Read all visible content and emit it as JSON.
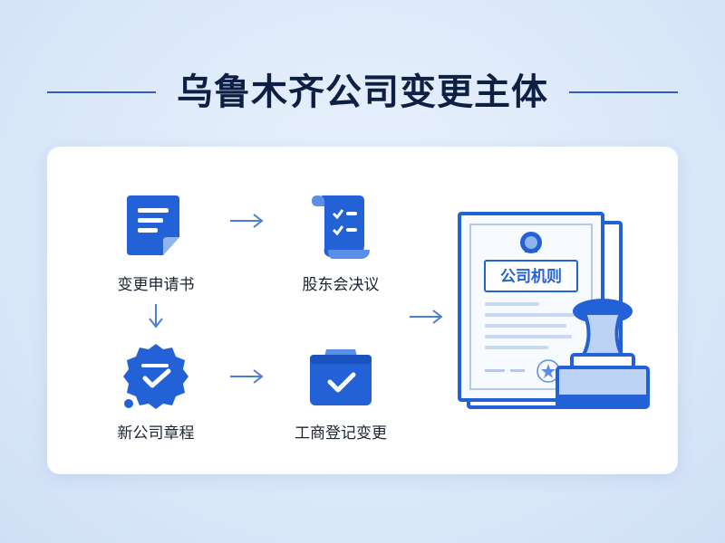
{
  "title": "乌鲁木齐公司变更主体",
  "steps": [
    {
      "label": "变更申请书",
      "icon": "application-document-icon"
    },
    {
      "label": "股东会决议",
      "icon": "resolution-scroll-icon"
    },
    {
      "label": "新公司章程",
      "icon": "verified-badge-icon"
    },
    {
      "label": "工商登记变更",
      "icon": "registration-folder-icon"
    }
  ],
  "document": {
    "title": "公司机则",
    "icon": "certificate-with-stamp-icon"
  },
  "colors": {
    "primary": "#2362d6",
    "primary_light": "#bcd3f6",
    "dark_text": "#0e1f44",
    "arrow": "#4a7fd6"
  }
}
